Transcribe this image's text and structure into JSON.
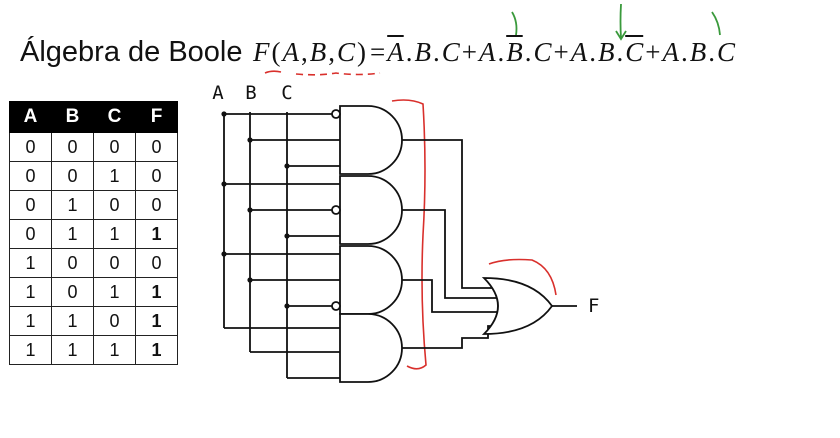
{
  "title": {
    "text": "Álgebra de Boole",
    "formula": {
      "func": "F",
      "args": [
        "A",
        "B",
        "C"
      ],
      "terms": [
        [
          {
            "v": "A",
            "neg": true
          },
          {
            "v": "B",
            "neg": false
          },
          {
            "v": "C",
            "neg": false
          }
        ],
        [
          {
            "v": "A",
            "neg": false
          },
          {
            "v": "B",
            "neg": true
          },
          {
            "v": "C",
            "neg": false
          }
        ],
        [
          {
            "v": "A",
            "neg": false
          },
          {
            "v": "B",
            "neg": false
          },
          {
            "v": "C",
            "neg": true
          }
        ],
        [
          {
            "v": "A",
            "neg": false
          },
          {
            "v": "B",
            "neg": false
          },
          {
            "v": "C",
            "neg": false
          }
        ]
      ]
    }
  },
  "truth_table": {
    "headers": [
      "A",
      "B",
      "C",
      "F"
    ],
    "rows": [
      [
        "0",
        "0",
        "0",
        "0"
      ],
      [
        "0",
        "0",
        "1",
        "0"
      ],
      [
        "0",
        "1",
        "0",
        "0"
      ],
      [
        "0",
        "1",
        "1",
        "1"
      ],
      [
        "1",
        "0",
        "0",
        "0"
      ],
      [
        "1",
        "0",
        "1",
        "1"
      ],
      [
        "1",
        "1",
        "0",
        "1"
      ],
      [
        "1",
        "1",
        "1",
        "1"
      ]
    ]
  },
  "circuit": {
    "inputs": [
      "A",
      "B",
      "C"
    ],
    "output": "F",
    "and_gates": [
      {
        "inverted": "A"
      },
      {
        "inverted": "B"
      },
      {
        "inverted": "C"
      },
      {
        "inverted": null
      }
    ]
  },
  "colors": {
    "ink_red": "#d9302c",
    "ink_green": "#3a9a3c",
    "table_header_bg": "#000000",
    "line": "#111111"
  }
}
